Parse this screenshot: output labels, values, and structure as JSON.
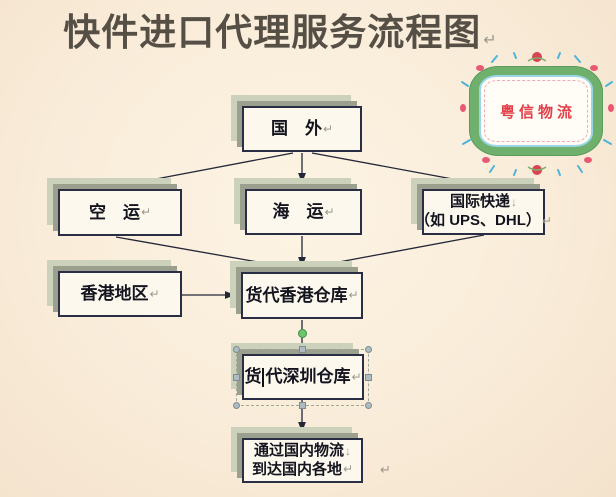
{
  "title": {
    "text": "快件进口代理服务流程图",
    "mark": "↵"
  },
  "badge": {
    "text": "粤信物流"
  },
  "flowchart": {
    "boxes": {
      "guowai": {
        "label": "国　外",
        "mark": "↵"
      },
      "kongyun": {
        "label": "空　运",
        "mark": "↵"
      },
      "haiyun": {
        "label": "海　运",
        "mark": "↵"
      },
      "express": {
        "line1": "国际快递",
        "line1_mark": "↓",
        "line2": "（如 UPS、DHL）",
        "line2_mark": "↵"
      },
      "hk_area": {
        "label": "香港地区",
        "mark": "↵"
      },
      "hk_warehouse": {
        "label": "货代香港仓库",
        "mark": "↵"
      },
      "sz_warehouse": {
        "label_before_cursor": "货",
        "label_after_cursor": "代深圳仓库",
        "mark": "↵"
      },
      "domestic": {
        "line1": "通过国内物流",
        "line1_mark": "↓",
        "line2": "到达国内各地",
        "line2_mark": "↵"
      }
    },
    "stray_mark": "↵"
  },
  "colors": {
    "background_cream": "#f9ecd9",
    "title_text": "#554f45",
    "box_fill": "#fcf8ee",
    "box_border": "#2a2e44",
    "box_text": "#14141e",
    "shadow_dark_sage": "#9aa08d",
    "shadow_light_sage": "#cbd1ba",
    "connector_line": "#232638",
    "paragraph_mark_gray": "#9b988c",
    "badge_frame_green": "#6fb06d",
    "badge_line_blue": "#9ad6e8",
    "badge_line_pink": "#f2a9b2",
    "badge_text_red": "#e2404a",
    "rotation_handle_green": "#6dc56d",
    "selection_handle_gray": "#aebcc2"
  }
}
